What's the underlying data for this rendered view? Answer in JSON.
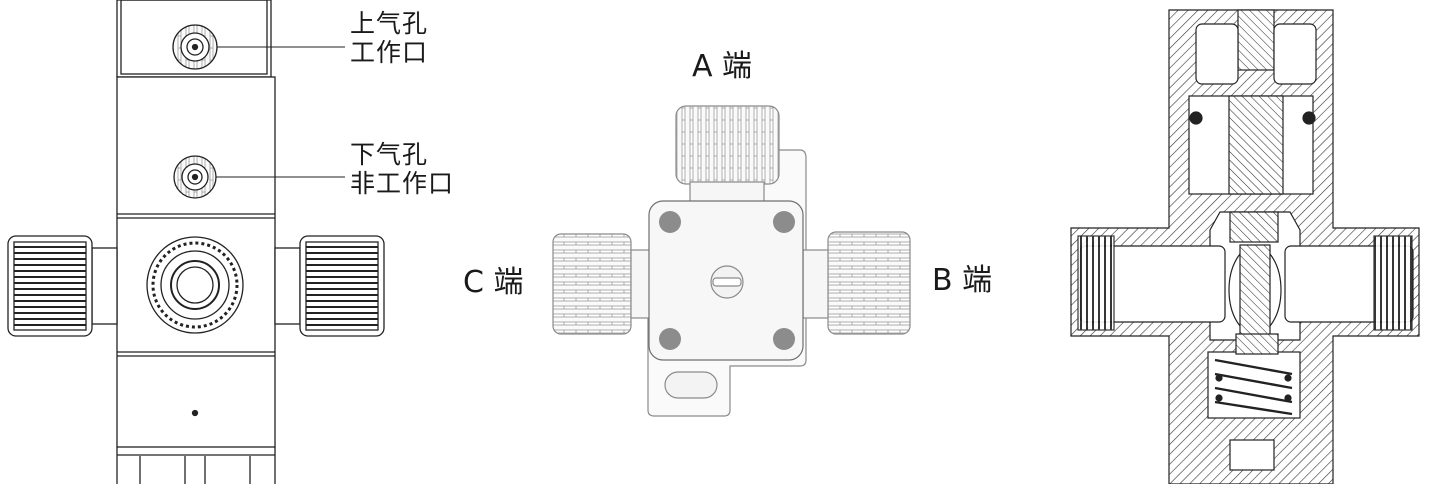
{
  "views": {
    "front": {
      "upper_port": {
        "line1": "上气孔",
        "line2": "工作口"
      },
      "lower_port": {
        "line1": "下气孔",
        "line2": "非工作口"
      }
    },
    "top": {
      "port_a": "A 端",
      "port_b": "B 端",
      "port_c": "C 端"
    },
    "section": {}
  }
}
